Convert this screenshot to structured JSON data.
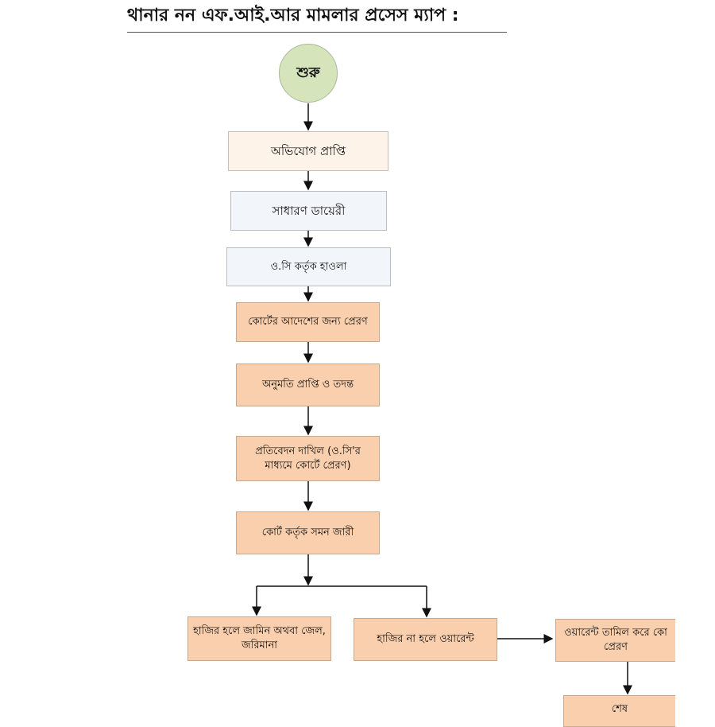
{
  "title": "থানার নন এফ.আই.আর মামলার প্রসেস ম্যাপ  :",
  "start": "শুরু",
  "steps": [
    "অভিযোগ প্রাপ্তি",
    "সাধারণ ডায়েরী",
    "ও.সি কর্তৃক হাওলা",
    "কোর্টের আদেশের জন্য প্রেরণ",
    "অনুমতি প্রাপ্তি ও তদন্ত",
    "প্রতিবেদন দাখিল (ও.সি'র মাধ্যমে কোর্টে প্রেরণ)",
    "কোর্ট কর্তৃক সমন জারী"
  ],
  "branches": {
    "present": "হাজির হলে জামিন অথবা জেল, জরিমানা",
    "absent": "হাজির না হলে ওয়ারেন্ট",
    "warrant_served": "ওয়ারেন্ট তামিল করে কো প্রেরণ",
    "end": "শেষ"
  },
  "colors": {
    "peach": "#f9cfad",
    "cream": "#fdf3e8",
    "blue": "#f2f5fa",
    "start": "#d6e4bc"
  }
}
